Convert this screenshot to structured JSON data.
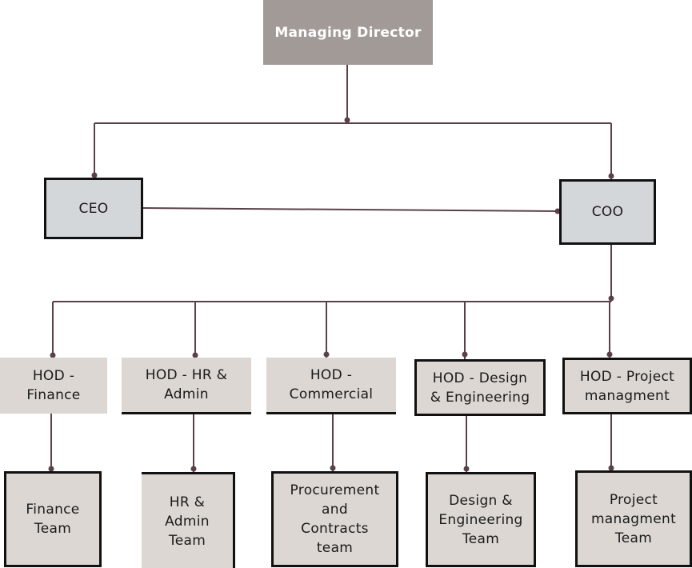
{
  "managing_director": {
    "label": "Managing Director"
  },
  "executives": {
    "ceo": {
      "label": "CEO"
    },
    "coo": {
      "label": "COO"
    }
  },
  "departments": [
    {
      "hod": "HOD -\nFinance",
      "team": "Finance\nTeam"
    },
    {
      "hod": "HOD - HR &\nAdmin",
      "team": "HR &\nAdmin\nTeam"
    },
    {
      "hod": "HOD -\nCommercial",
      "team": "Procurement\nand\nContracts\nteam"
    },
    {
      "hod": "HOD - Design\n& Engineering",
      "team": "Design &\nEngineering\nTeam"
    },
    {
      "hod": "HOD - Project\nmanagment",
      "team": "Project\nmanagment\nTeam"
    }
  ],
  "colors": {
    "connector": "#5a4148",
    "md_fill": "#a29a96",
    "exec_fill": "#d3d7d9",
    "box_fill": "#dcd7d2",
    "border": "#111111"
  }
}
